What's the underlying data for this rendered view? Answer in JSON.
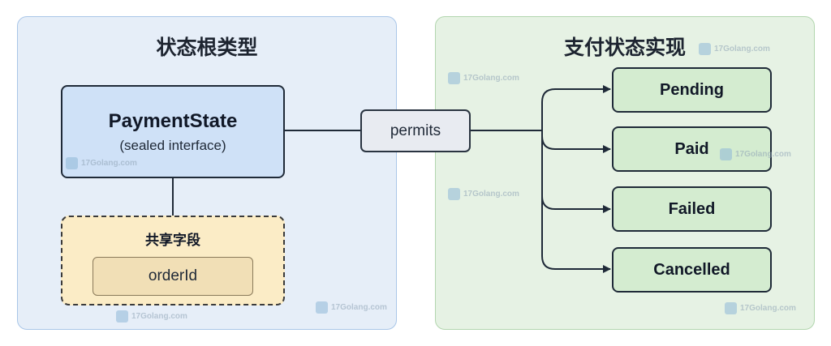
{
  "left_panel": {
    "title": "状态根类型",
    "root": {
      "name": "PaymentState",
      "subtitle": "(sealed interface)"
    },
    "shared": {
      "title": "共享字段",
      "field": "orderId"
    }
  },
  "connector": {
    "label": "permits"
  },
  "right_panel": {
    "title": "支付状态实现",
    "states": [
      "Pending",
      "Paid",
      "Failed",
      "Cancelled"
    ]
  },
  "watermark": {
    "text": "17Golang.com"
  },
  "colors": {
    "left_panel_bg": "#e6eef8",
    "right_panel_bg": "#e6f2e4",
    "root_bg": "#cfe1f7",
    "shared_bg": "#fbecc6",
    "state_bg": "#d4ecd0",
    "permits_bg": "#e8ebf1"
  }
}
